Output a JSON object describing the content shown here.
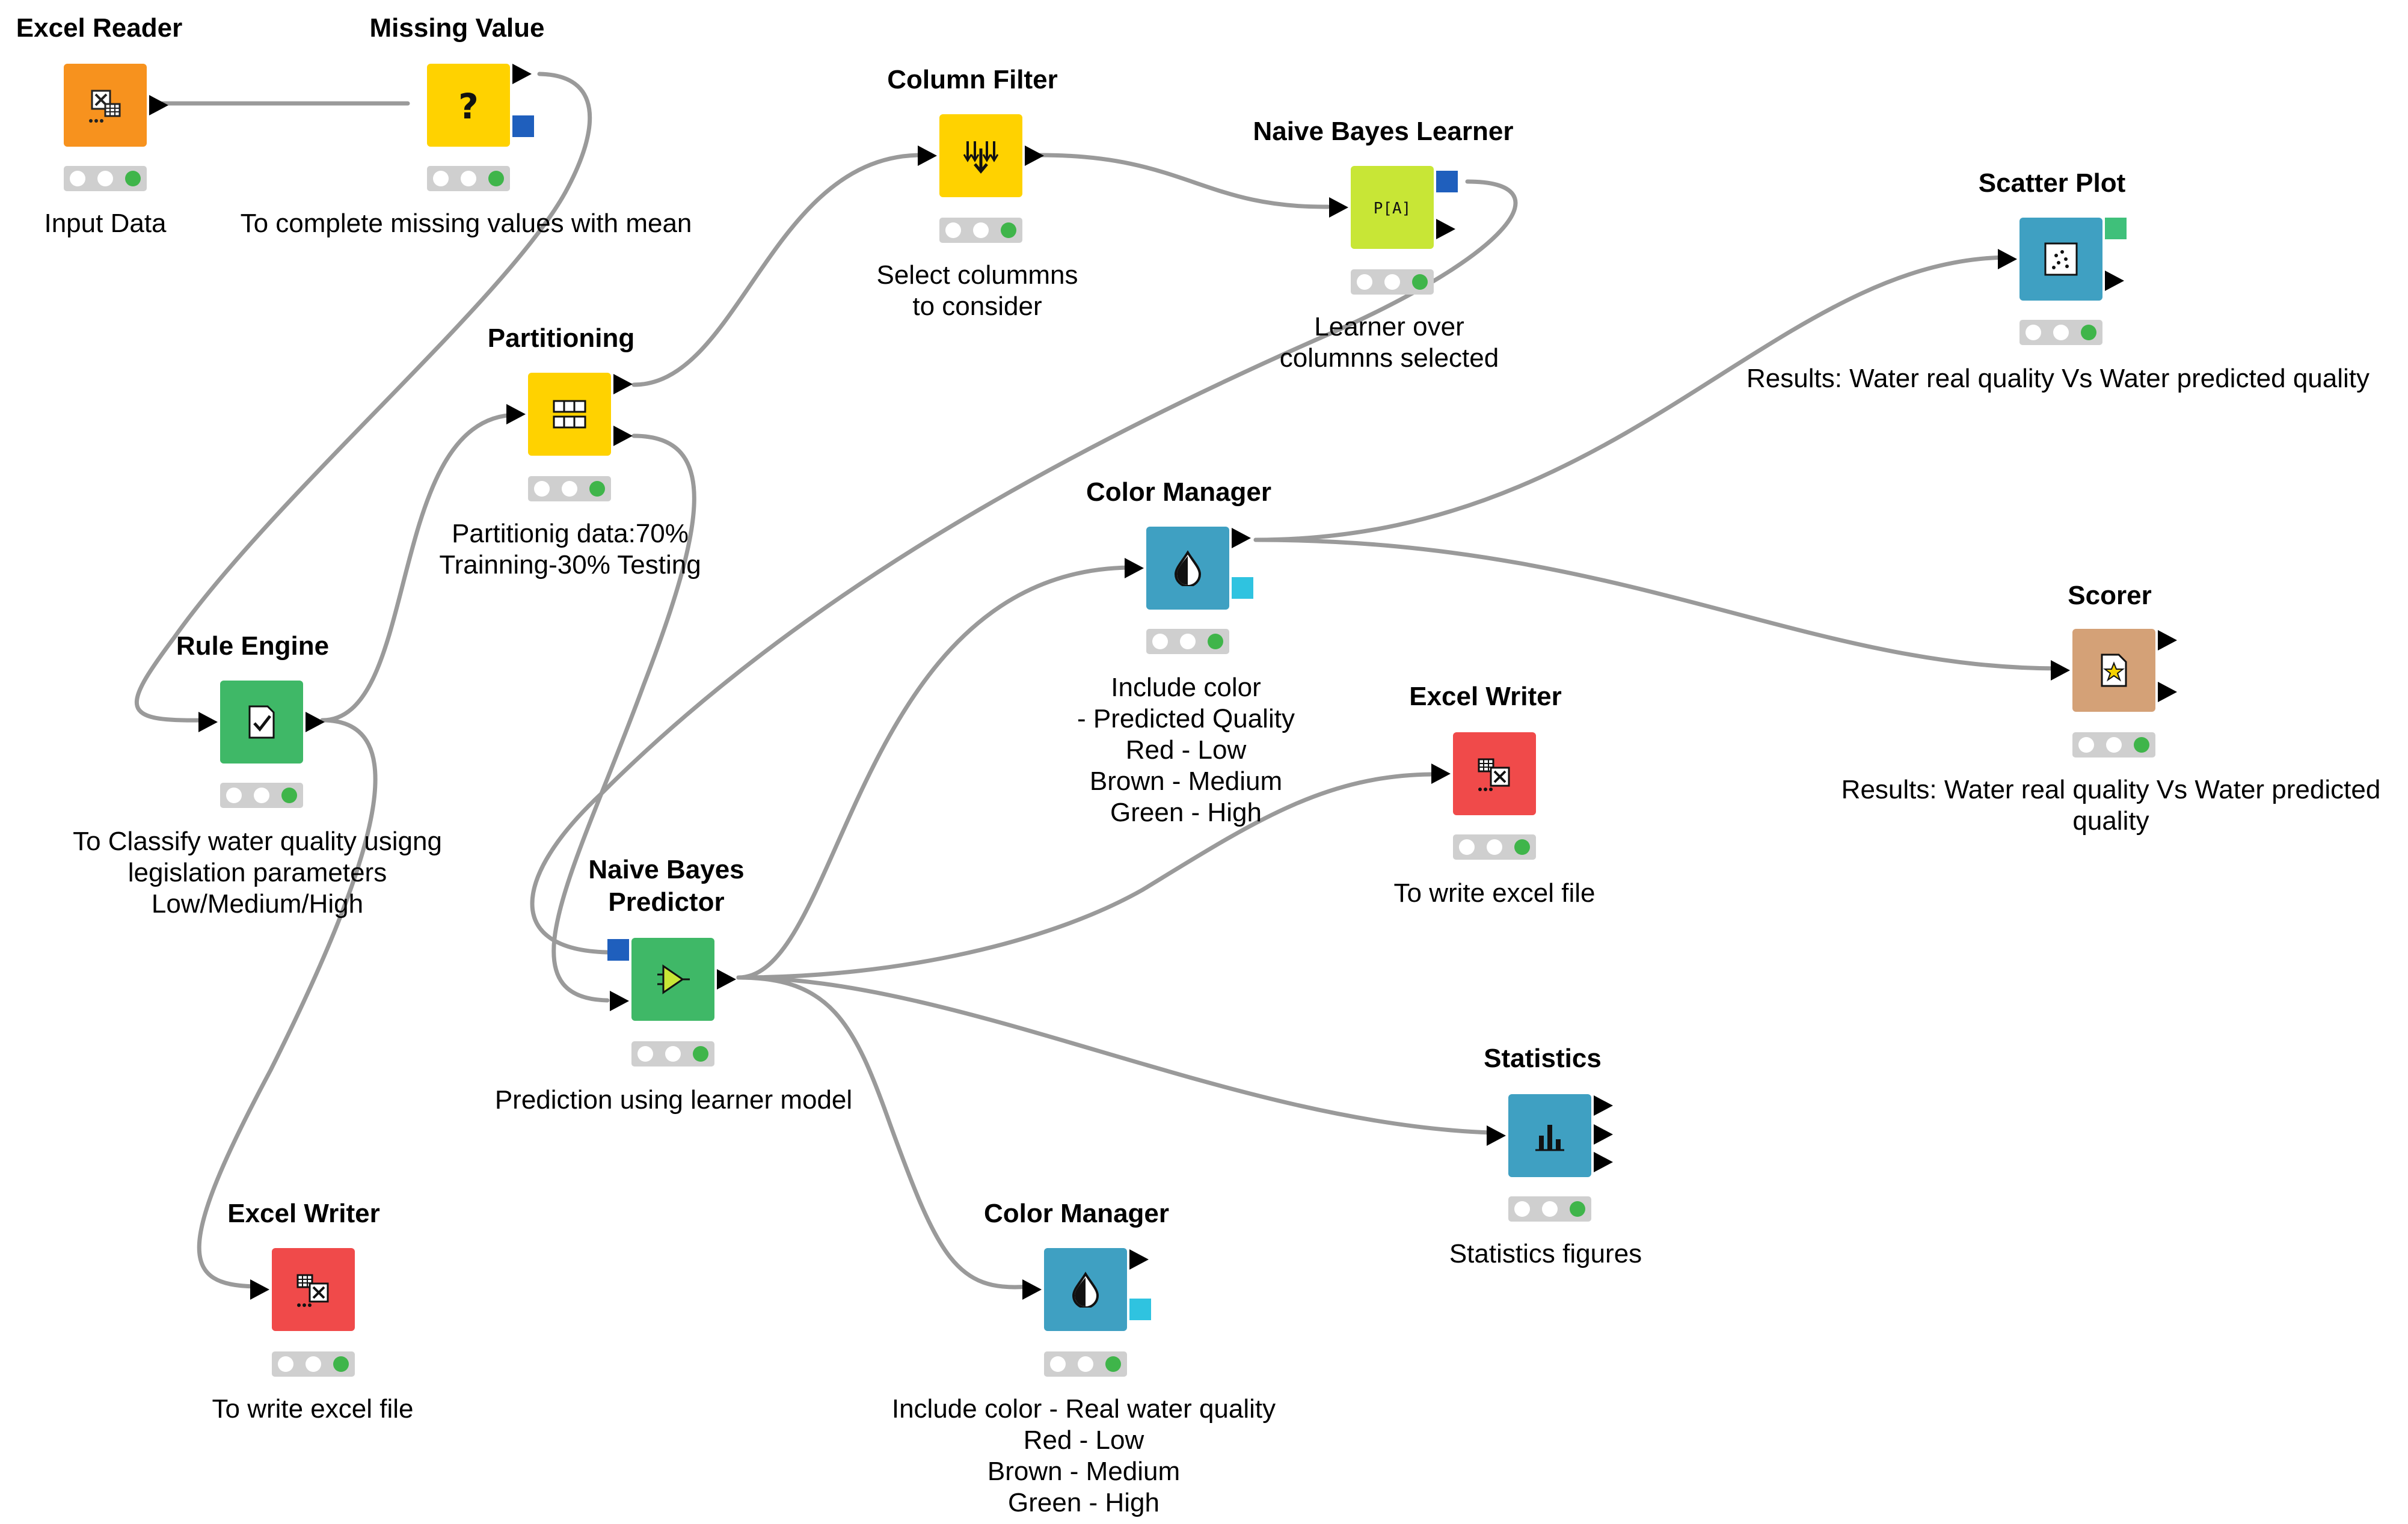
{
  "nodes": {
    "excel_reader": {
      "title": "Excel Reader",
      "desc": "Input Data",
      "color": "#f7921e",
      "icon": "excel-reader-icon"
    },
    "missing_value": {
      "title": "Missing Value",
      "desc": "To complete missing values with mean",
      "color": "#ffd200",
      "icon": "question-mark-icon"
    },
    "column_filter": {
      "title": "Column Filter",
      "desc": "Select colummns\nto consider",
      "color": "#ffd200",
      "icon": "filter-arrows-icon"
    },
    "nb_learner": {
      "title": "Naive Bayes Learner",
      "desc": "Learner over\ncolumnns selected",
      "color": "#c8e636",
      "icon": "probability-icon",
      "icon_text": "P[A]"
    },
    "scatter_plot": {
      "title": "Scatter Plot",
      "desc": "Results: Water real quality Vs Water predicted quality",
      "color": "#3fa0c2",
      "icon": "scatter-plot-icon"
    },
    "partitioning": {
      "title": "Partitioning",
      "desc": "Partitionig data:70%\nTrainning-30% Testing",
      "color": "#ffd200",
      "icon": "table-grid-icon"
    },
    "color_manager_1": {
      "title": "Color Manager",
      "desc": "Include color\n- Predicted Quality\nRed - Low\nBrown - Medium\nGreen - High",
      "color": "#3fa0c2",
      "icon": "color-drop-icon"
    },
    "scorer": {
      "title": "Scorer",
      "desc": "Results: Water real quality Vs Water predicted\nquality",
      "color": "#d4a177",
      "icon": "scorer-icon"
    },
    "rule_engine": {
      "title": "Rule Engine",
      "desc": "To Classify water quality usigng\nlegislation parameters\nLow/Medium/High",
      "color": "#3fb867",
      "icon": "rule-check-icon"
    },
    "excel_writer_1": {
      "title": "Excel Writer",
      "desc": "To write excel file",
      "color": "#f04a4a",
      "icon": "excel-writer-icon"
    },
    "nb_predictor": {
      "title": "Naive Bayes\nPredictor",
      "desc": "Prediction using learner model",
      "color": "#3fb867",
      "icon": "predictor-icon"
    },
    "statistics": {
      "title": "Statistics",
      "desc": "Statistics figures",
      "color": "#3fa0c2",
      "icon": "statistics-icon"
    },
    "excel_writer_2": {
      "title": "Excel Writer",
      "desc": "To write excel file",
      "color": "#f04a4a",
      "icon": "excel-writer-icon"
    },
    "color_manager_2": {
      "title": "Color Manager",
      "desc": "Include color - Real water quality\nRed - Low\nBrown - Medium\nGreen - High",
      "color": "#3fa0c2",
      "icon": "color-drop-icon"
    }
  },
  "colors": {
    "connection": "#9a9a9a",
    "status_green": "#3fb54a",
    "status_bg": "#cfcfcf",
    "model_port": "#1f5fbd",
    "color_port": "#2fc3e0",
    "image_port": "#3fc07a"
  }
}
